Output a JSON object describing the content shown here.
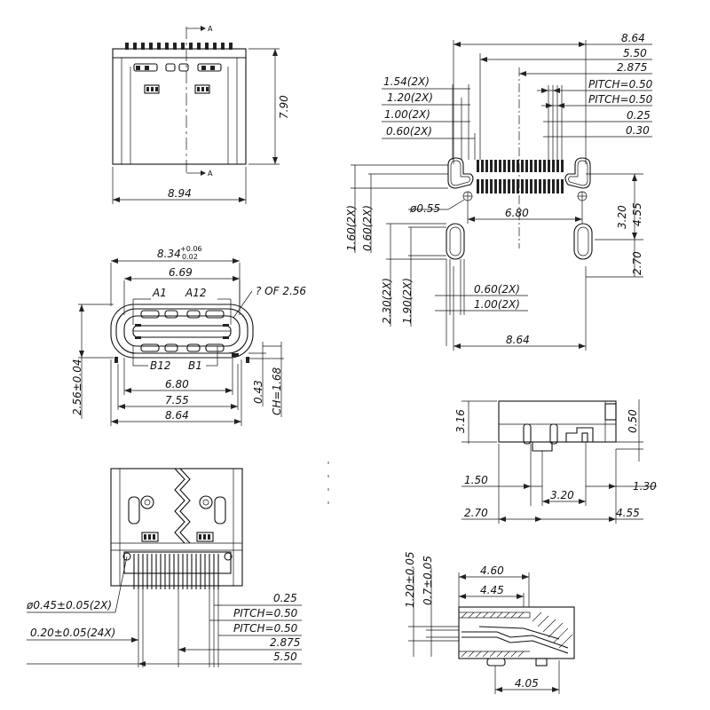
{
  "top_view": {
    "section_mark": "A",
    "width": "8.94",
    "height": "7.90"
  },
  "front_view": {
    "width_total": "8.34",
    "tol_upper": "+0.06",
    "tol_lower": "0.02",
    "inner_width": "6.69",
    "pin_a1": "A1",
    "pin_a12": "A12",
    "pin_b12": "B12",
    "pin_b1": "B1",
    "radius_note": "? OF 2.56",
    "height": "2.56±0.04",
    "dim_680": "6.80",
    "dim_755": "7.55",
    "dim_864": "8.64",
    "dim_043": "0.43",
    "ch": "CH=1.68"
  },
  "bottom_view": {
    "dia": "ø0.45±0.05(2X)",
    "pin_width": "0.20±0.05(24X)",
    "d025": "0.25",
    "pitch1": "PITCH=0.50",
    "pitch2": "PITCH=0.50",
    "d2875": "2.875",
    "d550": "5.50"
  },
  "footprint": {
    "d864_top": "8.64",
    "d550": "5.50",
    "d2875": "2.875",
    "pitch1": "PITCH=0.50",
    "pitch2": "PITCH=0.50",
    "d025": "0.25",
    "d030": "0.30",
    "d154": "1.54(2X)",
    "d120": "1.20(2X)",
    "d100": "1.00(2X)",
    "d060": "0.60(2X)",
    "hole": "ø0.55",
    "d680": "6.80",
    "d160": "1.60(2X)",
    "d060v": "0.60(2X)",
    "d320": "3.20",
    "d455": "4.55",
    "d230": "2.30(2X)",
    "d190": "1.90(2X)",
    "d270": "2.70",
    "d060b": "0.60(2X)",
    "d100b": "1.00(2X)",
    "d864_bot": "8.64"
  },
  "side_view": {
    "d316": "3.16",
    "d050": "0.50",
    "d150": "1.50",
    "d320": "3.20",
    "d130": "1.30",
    "d270": "2.70",
    "d455": "4.55"
  },
  "section_view": {
    "d120": "1.20±0.05",
    "d07": "0.7±0.05",
    "d460": "4.60",
    "d445": "4.45",
    "d405": "4.05"
  }
}
